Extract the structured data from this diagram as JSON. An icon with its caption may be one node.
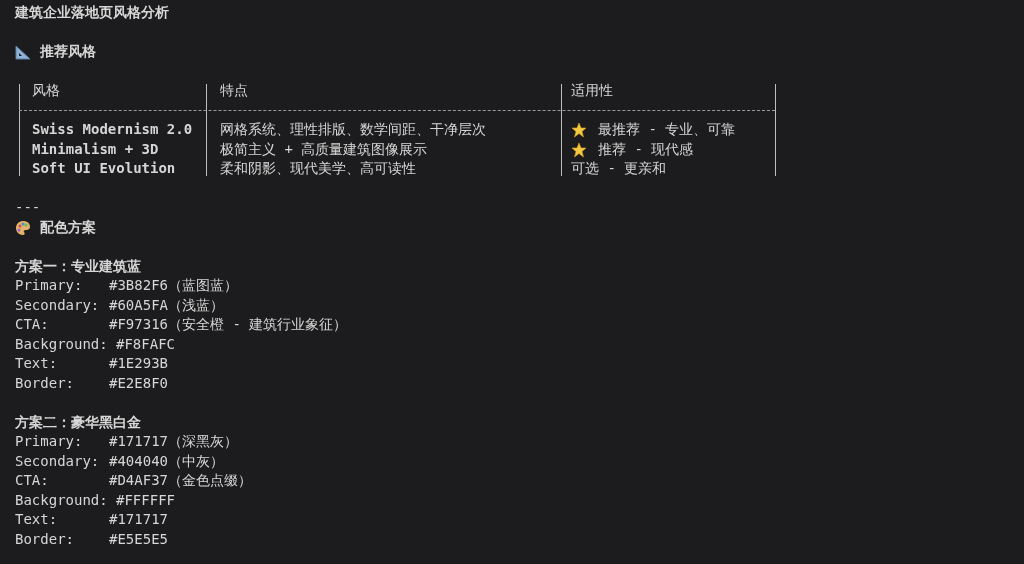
{
  "diagram": {
    "title": "建筑企业落地页风格分析",
    "labels": [
      "推荐风格",
      "风格",
      "特点",
      "适用性",
      "Swiss Modernism 2.0",
      "网格系统、理性排版、数学间距、干净层次",
      "最推荐 - 专业、可靠",
      "Minimalism + 3D",
      "极简主义 + 高质量建筑图像展示",
      "推荐 - 现代感",
      "Soft UI Evolution",
      "柔和阴影、现代美学、高可读性",
      "可选 - 更亲和",
      "---",
      "配色方案",
      "方案一：专业建筑蓝",
      "Primary:",
      "#3B82F6（蓝图蓝）",
      "Secondary:",
      "#60A5FA（浅蓝）",
      "CTA:",
      "#F97316（安全橙 - 建筑行业象征）",
      "Background:",
      "#F8FAFC",
      "Text:",
      "#1E293B",
      "Border:",
      "#E2E8F0",
      "方案二：豪华黑白金",
      "Primary:",
      "#171717（深黑灰）",
      "Secondary:",
      "#404040（中灰）",
      "CTA:",
      "#D4AF37（金色点缀）",
      "Background:",
      "#FFFFFF",
      "Text:",
      "#171717",
      "Border:",
      "#E5E5E5"
    ]
  }
}
